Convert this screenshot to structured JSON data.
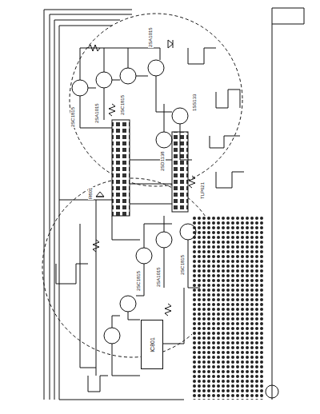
{
  "diagram": {
    "nodes": [
      {
        "text": [
          "IC801"
        ]
      }
    ],
    "labels": [
      "2SC1815",
      "2SA1015",
      "2SC1815",
      "2SA1015",
      "2SD1138",
      "1SS133",
      "TLP621",
      "2SC1815",
      "2SA1015",
      "2SC1815",
      "R801"
    ]
  }
}
